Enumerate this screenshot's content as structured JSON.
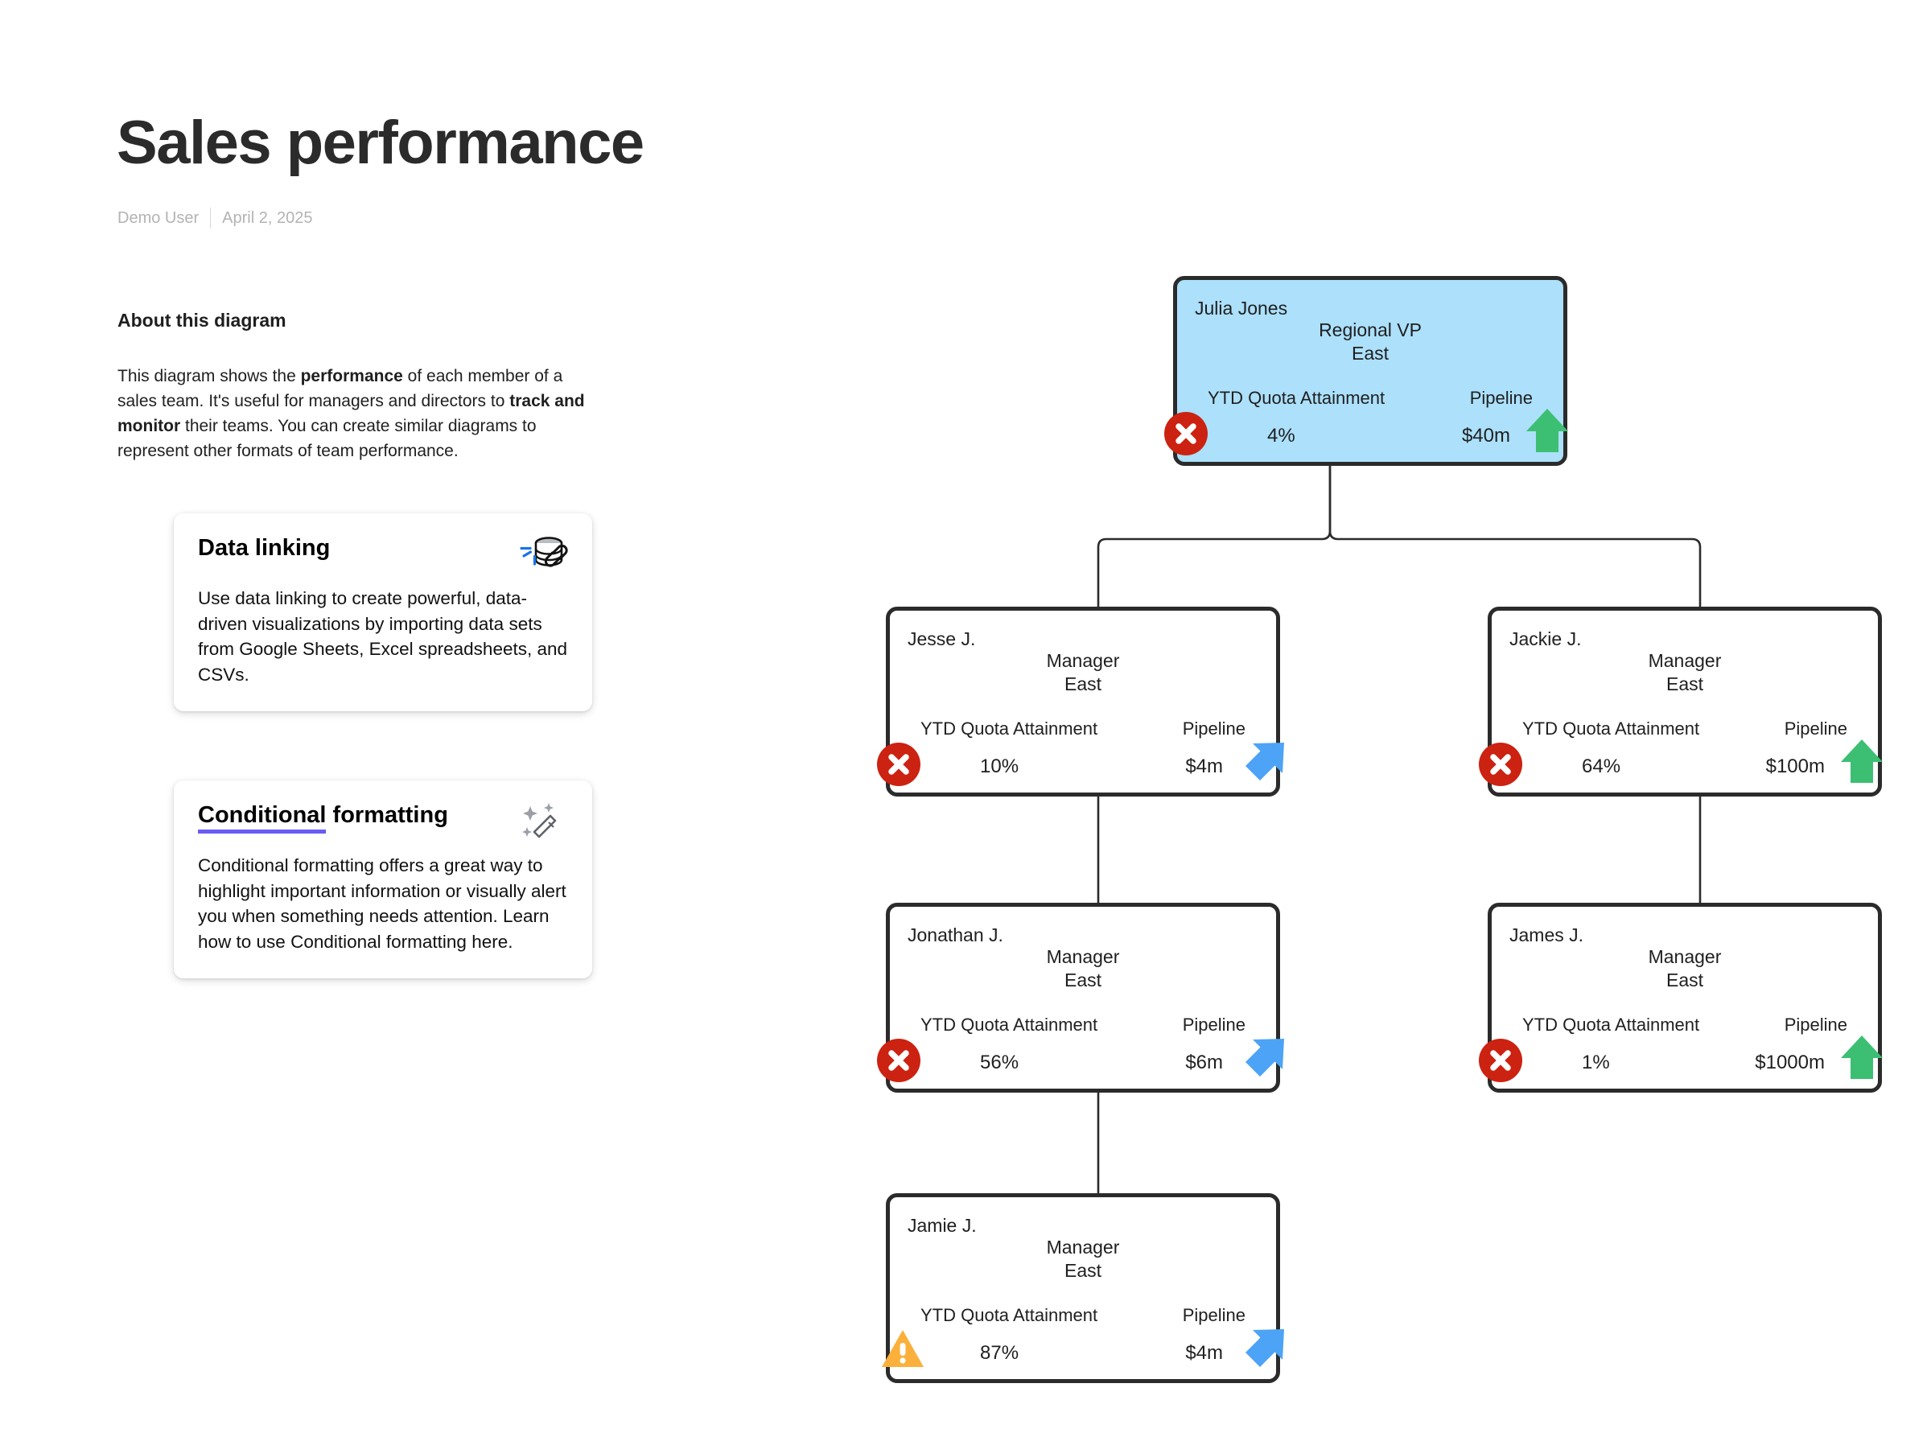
{
  "header": {
    "title": "Sales performance",
    "author": "Demo User",
    "date": "April 2, 2025"
  },
  "about": {
    "heading": "About this diagram",
    "paragraph_plain": "This diagram shows the performance of each member of a sales team. It's useful for managers and directors to track and monitor their teams. You can create similar diagrams to represent other formats of team performance.",
    "paragraph_parts": [
      {
        "text": "This diagram shows the ",
        "bold": false
      },
      {
        "text": "performance",
        "bold": true
      },
      {
        "text": " of each member of a sales team. It's useful for managers and directors to ",
        "bold": false
      },
      {
        "text": "track and monitor",
        "bold": true
      },
      {
        "text": " their teams. You can create similar diagrams to represent other formats of team performance.",
        "bold": false
      }
    ]
  },
  "cards": [
    {
      "id": "data-linking",
      "title": "Data linking",
      "title_underline": "",
      "icon": "database-link-icon",
      "body": "Use data linking to create powerful, data-driven visualizations by importing data sets from Google Sheets, Excel spreadsheets, and CSVs."
    },
    {
      "id": "conditional-formatting",
      "title_underlined_word": "Conditional",
      "title_rest": " formatting",
      "title": "Conditional formatting",
      "icon": "magic-wand-icon",
      "underline_color": "#6a5cf5",
      "body": "Conditional formatting offers a great way to highlight important information or visually alert you when something needs attention. Learn how to use Conditional formatting here."
    }
  ],
  "colors": {
    "node_highlight_fill": "#ace0fb",
    "node_border": "#2b2b2b",
    "status_error": "#cc2211",
    "status_warning": "#fbb03b",
    "trend_up_green": "#3cbf72",
    "trend_up_blue": "#4da3f5",
    "accent_purple": "#6a5cf5",
    "edge_line": "#2b2b2b"
  },
  "diagram": {
    "metric_labels": {
      "left": "YTD Quota Attainment",
      "right": "Pipeline"
    },
    "nodes": [
      {
        "id": "julia",
        "name": "Julia Jones",
        "role": "Regional VP",
        "region": "East",
        "metric_left_label": "YTD Quota Attainment",
        "metric_left_value": "4%",
        "metric_right_label": "Pipeline",
        "metric_right_value": "$40m",
        "status_icon": "error-x-icon",
        "trend_icon": "arrow-up-green-icon",
        "highlighted": true
      },
      {
        "id": "jesse",
        "name": "Jesse J.",
        "role": "Manager",
        "region": "East",
        "metric_left_label": "YTD Quota Attainment",
        "metric_left_value": "10%",
        "metric_right_label": "Pipeline",
        "metric_right_value": "$4m",
        "status_icon": "error-x-icon",
        "trend_icon": "arrow-up-right-blue-icon",
        "highlighted": false
      },
      {
        "id": "jackie",
        "name": "Jackie J.",
        "role": "Manager",
        "region": "East",
        "metric_left_label": "YTD Quota Attainment",
        "metric_left_value": "64%",
        "metric_right_label": "Pipeline",
        "metric_right_value": "$100m",
        "status_icon": "error-x-icon",
        "trend_icon": "arrow-up-green-icon",
        "highlighted": false
      },
      {
        "id": "jonathan",
        "name": "Jonathan J.",
        "role": "Manager",
        "region": "East",
        "metric_left_label": "YTD Quota Attainment",
        "metric_left_value": "56%",
        "metric_right_label": "Pipeline",
        "metric_right_value": "$6m",
        "status_icon": "error-x-icon",
        "trend_icon": "arrow-up-right-blue-icon",
        "highlighted": false
      },
      {
        "id": "james",
        "name": "James J.",
        "role": "Manager",
        "region": "East",
        "metric_left_label": "YTD Quota Attainment",
        "metric_left_value": "1%",
        "metric_right_label": "Pipeline",
        "metric_right_value": "$1000m",
        "status_icon": "error-x-icon",
        "trend_icon": "arrow-up-green-icon",
        "highlighted": false
      },
      {
        "id": "jamie",
        "name": "Jamie J.",
        "role": "Manager",
        "region": "East",
        "metric_left_label": "YTD Quota Attainment",
        "metric_left_value": "87%",
        "metric_right_label": "Pipeline",
        "metric_right_value": "$4m",
        "status_icon": "warning-triangle-icon",
        "trend_icon": "arrow-up-right-blue-icon",
        "highlighted": false
      }
    ],
    "edges": [
      {
        "from": "julia",
        "to": "jesse"
      },
      {
        "from": "julia",
        "to": "jackie"
      },
      {
        "from": "jesse",
        "to": "jonathan"
      },
      {
        "from": "jackie",
        "to": "james"
      },
      {
        "from": "jonathan",
        "to": "jamie"
      }
    ]
  }
}
